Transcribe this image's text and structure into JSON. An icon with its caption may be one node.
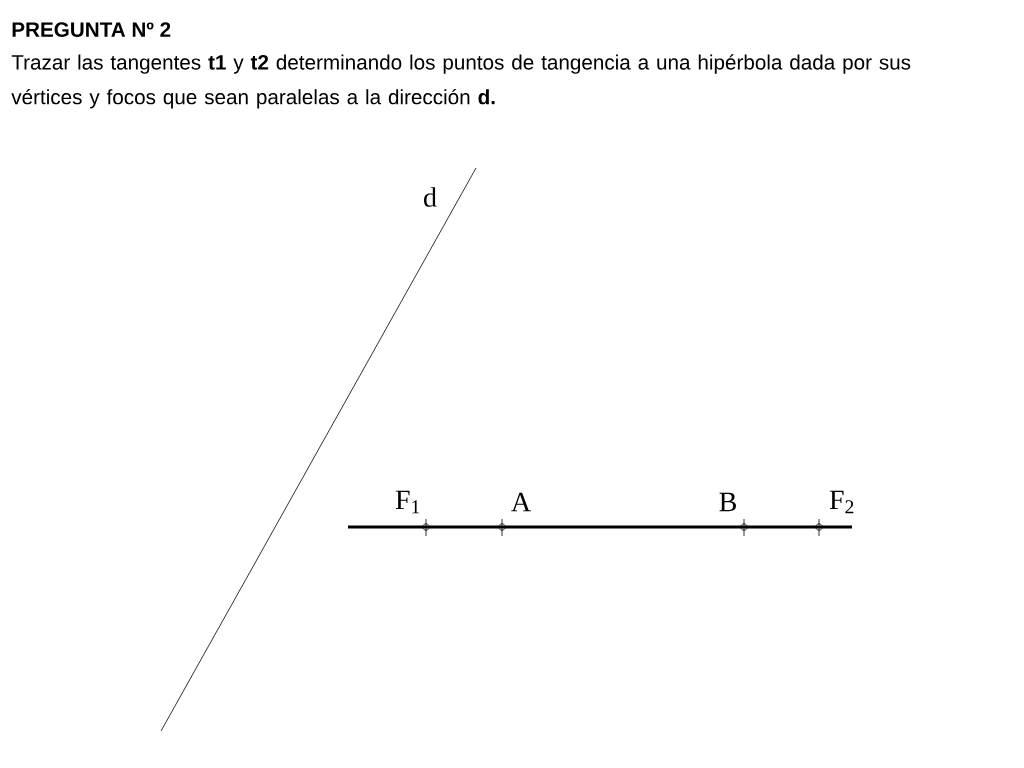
{
  "diagram": {
    "title": "PREGUNTA Nº 2",
    "caption": "Trazar las tangentes **t1** y **t2** determinando los puntos de tangencia a una hipérbola dada por sus vértices y focos que sean paralelas a la dirección **d.**",
    "labels": [
      "d",
      "F$_{1}$",
      "A",
      "B",
      "F$_{2}$"
    ]
  }
}
